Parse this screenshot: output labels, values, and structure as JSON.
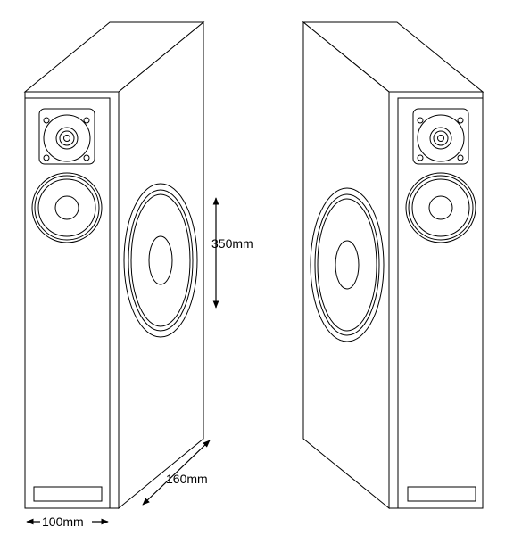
{
  "dimensions": {
    "height_label": "350mm",
    "depth_label": "160mm",
    "width_label": "100mm"
  }
}
